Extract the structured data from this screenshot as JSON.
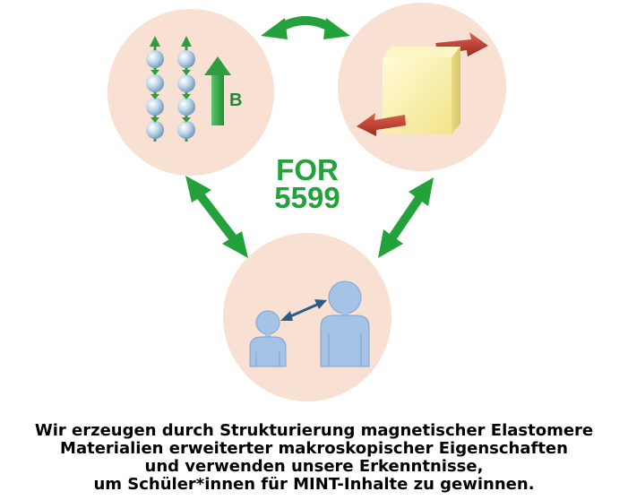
{
  "diagram": {
    "center_label": [
      "FOR",
      "5599"
    ],
    "field_label": "B",
    "icons": [
      "magnetic-chains-icon",
      "deforming-cube-icon",
      "teacher-student-icon"
    ],
    "colors": {
      "circle_fill": "#f8e1d3",
      "arrow_green": "#23a23c",
      "sphere_blue": "#a9c9e0",
      "cube_yellow": "#f7ef9c",
      "force_red": "#c0392b",
      "person_blue": "#a5c3e6",
      "link_arrow": "#2a5d8c"
    }
  },
  "caption": [
    "Wir erzeugen durch Strukturierung magnetischer Elastomere",
    "Materialien erweiterter makroskopischer Eigenschaften",
    "und verwenden unsere Erkenntnisse,",
    "um Schüler*innen für MINT-Inhalte zu gewinnen."
  ]
}
